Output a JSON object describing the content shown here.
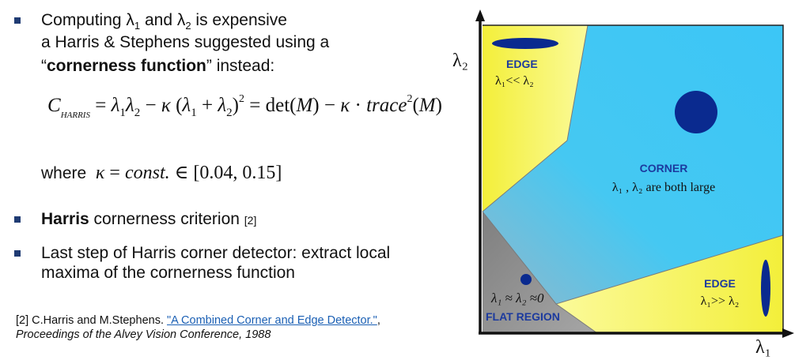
{
  "bullets": [
    {
      "lines": [
        "Computing λ₁ and λ₂ is expensive",
        "a  Harris & Stephens suggested using a",
        "“cornerness function” instead:"
      ]
    },
    {
      "bold": "Harris",
      "rest": " cornerness criterion ",
      "ref": "[2]"
    },
    {
      "lines": [
        "Last step of Harris corner detector: extract local",
        "maxima of the cornerness function"
      ]
    }
  ],
  "bold_phrase": "cornerness function",
  "formula": {
    "C": "C",
    "sub": "HARRIS",
    "rhs1": "= λ₁λ₂ − κ (λ₁ + λ₂)",
    "exp": "2",
    "rhs2": "= det(M) − κ · ",
    "trace": "trace",
    "rhs3": "(M)"
  },
  "where": {
    "label": "where",
    "math": "κ = const. ∈ [0.04, 0.15]"
  },
  "reference": {
    "prefix": "[2] C.Harris and M.Stephens. ",
    "link": "\"A Combined Corner and Edge Detector.\"",
    "suffix": ",",
    "line2": "Proceedings of the Alvey Vision Conference, 1988"
  },
  "diagram": {
    "y_axis": "λ₂",
    "x_axis": "λ₁",
    "regions": {
      "edge_top": {
        "title": "EDGE",
        "text": "λ₁<< λ₂"
      },
      "corner": {
        "title": "CORNER",
        "text": "λ₁ , λ₂ are both large"
      },
      "edge_right": {
        "title": "EDGE",
        "text": "λ₁>> λ₂"
      },
      "flat": {
        "title": "FLAT REGION",
        "text": "λ₁ ≈ λ₂ ≈0"
      }
    },
    "colors": {
      "corner": "#45c8f2",
      "edge": "#f6f25a",
      "flat": "#8d8d8d",
      "blob": "#0a2a8f",
      "label": "#1c3a9e"
    }
  }
}
